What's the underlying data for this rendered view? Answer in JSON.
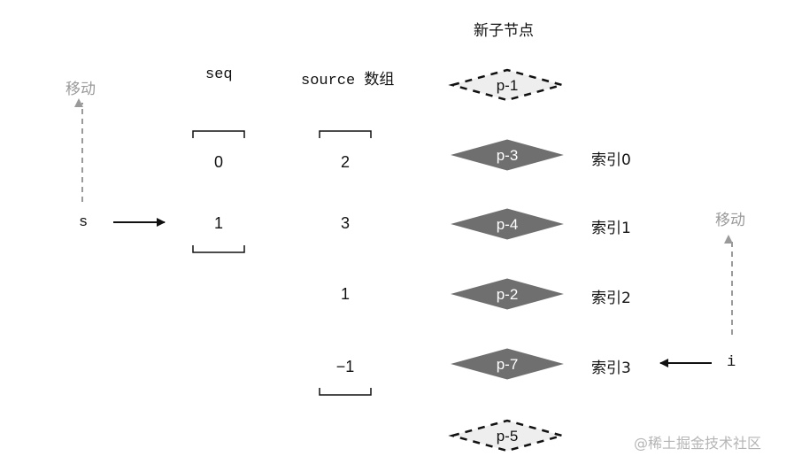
{
  "header": {
    "new_nodes_title": "新子节点"
  },
  "left": {
    "move_label": "移动",
    "pointer_label": "s"
  },
  "seq": {
    "title": "seq",
    "values": [
      "0",
      "1"
    ]
  },
  "source": {
    "title": "source 数组",
    "values": [
      "2",
      "3",
      "1",
      "−1"
    ]
  },
  "nodes": [
    {
      "label": "p-1",
      "style": "dashed",
      "index_label": ""
    },
    {
      "label": "p-3",
      "style": "solid",
      "index_label": "索引0"
    },
    {
      "label": "p-4",
      "style": "solid",
      "index_label": "索引1"
    },
    {
      "label": "p-2",
      "style": "solid",
      "index_label": "索引2"
    },
    {
      "label": "p-7",
      "style": "solid",
      "index_label": "索引3"
    },
    {
      "label": "p-5",
      "style": "dashed",
      "index_label": ""
    }
  ],
  "right": {
    "move_label": "移动",
    "pointer_label": "i"
  },
  "watermark": "@稀土掘金技术社区",
  "colors": {
    "solid_fill": "#6f6f6f",
    "dashed_fill": "#eeeeee",
    "gray_text": "#9a9a9a",
    "line": "#111111"
  }
}
